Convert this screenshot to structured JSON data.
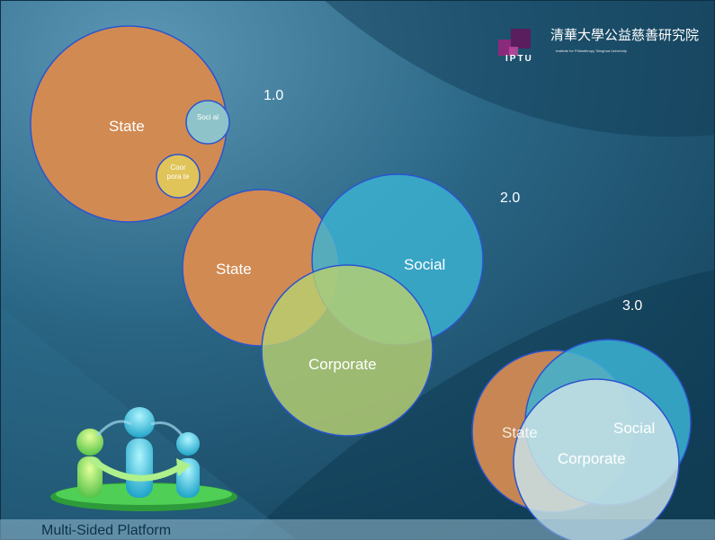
{
  "versions": {
    "v1": "1.0",
    "v2": "2.0",
    "v3": "3.0"
  },
  "diagram1": {
    "state": "State",
    "social": "Soci al",
    "corporate": "Coor pora te"
  },
  "diagram2": {
    "state": "State",
    "social": "Social",
    "corporate": "Corporate"
  },
  "diagram3": {
    "state": "State",
    "social": "Social",
    "corporate": "Corporate"
  },
  "logo": {
    "abbrev": "IPTU",
    "chinese": "清華大學公益慈善研究院",
    "subtitle": "Institute for Philanthropy Tsinghua University"
  },
  "caption": "Multi-Sided Platform",
  "colors": {
    "state": "#d18a52",
    "social": "#3cb3d3",
    "corporate": "#b8d070",
    "background": "#1b4e6b"
  }
}
